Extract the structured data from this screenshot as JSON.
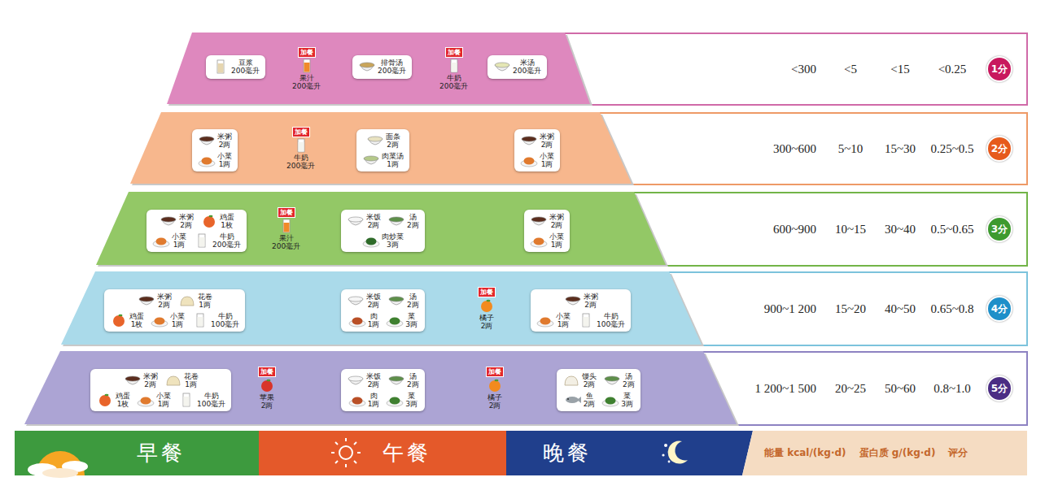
{
  "diagram": {
    "nodes": [
      {
        "text": [
          "<300",
          "<5",
          "<15",
          "<0.25"
        ]
      },
      {
        "text": [
          "豆浆 200毫升"
        ],
        "in": 0
      },
      {
        "text": [
          "加餐",
          "果汁 200毫升"
        ],
        "in": 0
      },
      {
        "text": [
          "排骨汤 200毫升"
        ],
        "in": 0
      },
      {
        "text": [
          "加餐",
          "牛奶 200毫升"
        ],
        "in": 0
      },
      {
        "text": [
          "米汤 200毫升"
        ],
        "in": 0
      },
      {
        "text": [
          "1分"
        ],
        "in": 0
      },
      {
        "text": [
          "300~600",
          "5~10",
          "15~30",
          "0.25~0.5"
        ]
      },
      {
        "text": [
          "米粥 2两",
          "小菜 1两"
        ],
        "in": 7
      },
      {
        "text": [
          "加餐",
          "牛奶 200毫升"
        ],
        "in": 7
      },
      {
        "text": [
          "面条 2两",
          "肉菜汤 1两"
        ],
        "in": 7
      },
      {
        "text": [
          "米粥 2两",
          "小菜 1两"
        ],
        "in": 7
      },
      {
        "text": [
          "2分"
        ],
        "in": 7
      },
      {
        "text": [
          "600~900",
          "10~15",
          "30~40",
          "0.5~0.65"
        ]
      },
      {
        "text": [
          "米粥 2两",
          "鸡蛋 1枚",
          "小菜 1两",
          "牛奶 200毫升"
        ],
        "in": 13
      },
      {
        "text": [
          "加餐",
          "果汁 200毫升"
        ],
        "in": 13
      },
      {
        "text": [
          "米饭 2两",
          "汤 2两",
          "肉炒菜 3两"
        ],
        "in": 13
      },
      {
        "text": [
          "米粥 2两",
          "小菜 1两"
        ],
        "in": 13
      },
      {
        "text": [
          "3分"
        ],
        "in": 13
      },
      {
        "text": [
          "900~1 200",
          "15~20",
          "40~50",
          "0.65~0.8"
        ]
      },
      {
        "text": [
          "米粥 2两",
          "花卷 1两",
          "鸡蛋 1枚",
          "小菜 1两",
          "牛奶 100毫升"
        ],
        "in": 19
      },
      {
        "text": [
          "米饭 2两",
          "汤 2两",
          "肉 1两",
          "菜 3两"
        ],
        "in": 19
      },
      {
        "text": [
          "加餐",
          "橘子 2两"
        ],
        "in": 19
      },
      {
        "text": [
          "米粥 2两",
          "小菜 1两",
          "牛奶 100毫升"
        ],
        "in": 19
      },
      {
        "text": [
          "4分"
        ],
        "in": 19
      },
      {
        "text": [
          "1 200~1 500",
          "20~25",
          "50~60",
          "0.8~1.0"
        ]
      },
      {
        "text": [
          "米粥 2两",
          "花卷 1两",
          "鸡蛋 1枚",
          "小菜 1两",
          "牛奶 100毫升"
        ],
        "in": 25
      },
      {
        "text": [
          "加餐",
          "苹果 2两"
        ],
        "in": 25
      },
      {
        "text": [
          "米饭 2两",
          "汤 2两",
          "肉 1两",
          "菜 3两"
        ],
        "in": 25
      },
      {
        "text": [
          "加餐",
          "橘子 2两"
        ],
        "in": 25
      },
      {
        "text": [
          "馒头 2两",
          "汤 2两",
          "鱼 2两",
          "菜 3两"
        ],
        "in": 25
      },
      {
        "text": [
          "5分"
        ],
        "in": 25
      },
      {
        "text": [
          "早餐"
        ]
      },
      {
        "text": [
          "午餐"
        ]
      },
      {
        "text": [
          "晚餐"
        ]
      },
      {
        "text": [
          "能量 kcal/(kg·d)",
          "蛋白质 g/(kg·d)",
          "评分"
        ]
      }
    ]
  }
}
